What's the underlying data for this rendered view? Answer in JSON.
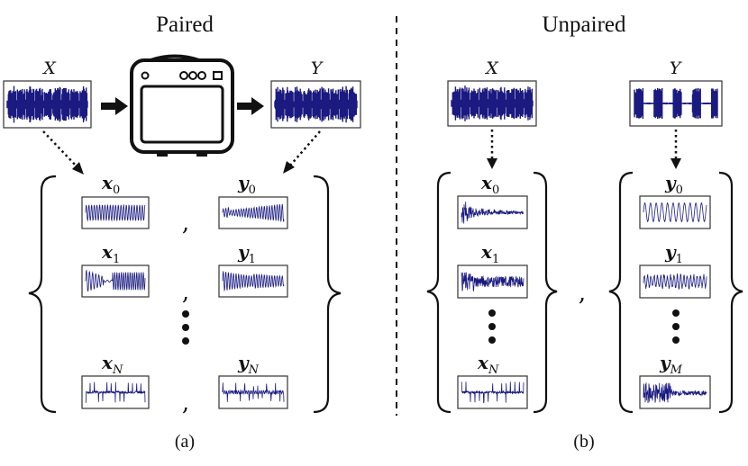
{
  "panels": {
    "paired": {
      "title": "Paired",
      "caption": "(a)",
      "input_label": "X",
      "output_label": "Y",
      "left_items": [
        {
          "base": "x",
          "sub": "0"
        },
        {
          "base": "x",
          "sub": "1"
        },
        {
          "base": "x",
          "sub": "N"
        }
      ],
      "right_items": [
        {
          "base": "y",
          "sub": "0"
        },
        {
          "base": "y",
          "sub": "1"
        },
        {
          "base": "y",
          "sub": "N"
        }
      ],
      "separators": [
        ",",
        ",",
        ","
      ]
    },
    "unpaired": {
      "title": "Unpaired",
      "caption": "(b)",
      "input_label": "X",
      "output_label": "Y",
      "left_items": [
        {
          "base": "x",
          "sub": "0"
        },
        {
          "base": "x",
          "sub": "1"
        },
        {
          "base": "x",
          "sub": "N"
        }
      ],
      "right_items": [
        {
          "base": "y",
          "sub": "0"
        },
        {
          "base": "y",
          "sub": "1"
        },
        {
          "base": "y",
          "sub": "M"
        }
      ],
      "separator": ","
    }
  },
  "colors": {
    "waveform": "#1a1a80",
    "ink": "#111111"
  },
  "icons": {
    "device": "guitar-amplifier-icon",
    "forward_arrow": "right-arrow-icon",
    "dotted_arrow": "dotted-arrow-icon"
  }
}
